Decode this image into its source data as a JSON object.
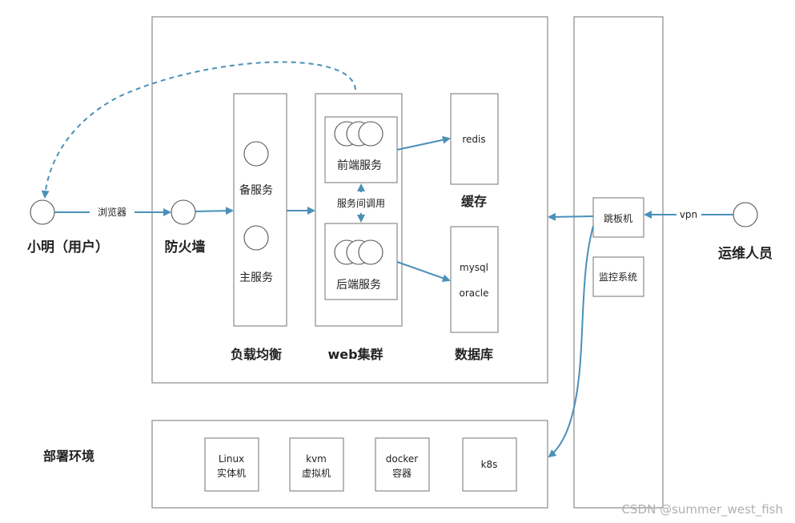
{
  "labels": {
    "user": "小明（用户）",
    "browser": "浏览器",
    "firewall": "防火墙",
    "backup_service": "备服务",
    "main_service": "主服务",
    "load_balance": "负载均衡",
    "frontend_service": "前端服务",
    "inter_service_call": "服务间调用",
    "backend_service": "后端服务",
    "web_cluster": "web集群",
    "redis": "redis",
    "cache": "缓存",
    "mysql": "mysql",
    "oracle": "oracle",
    "database": "数据库",
    "jump_host": "跳板机",
    "vpn": "vpn",
    "ops_staff": "运维人员",
    "monitoring": "监控系统",
    "deploy_env": "部署环境",
    "linux_line1": "Linux",
    "linux_line2": "实体机",
    "kvm_line1": "kvm",
    "kvm_line2": "虚拟机",
    "docker_line1": "docker",
    "docker_line2": "容器",
    "k8s": "k8s",
    "watermark": "CSDN @summer_west_fish"
  },
  "colors": {
    "arrow": "#4a90b8",
    "border": "#8a8a8a"
  }
}
